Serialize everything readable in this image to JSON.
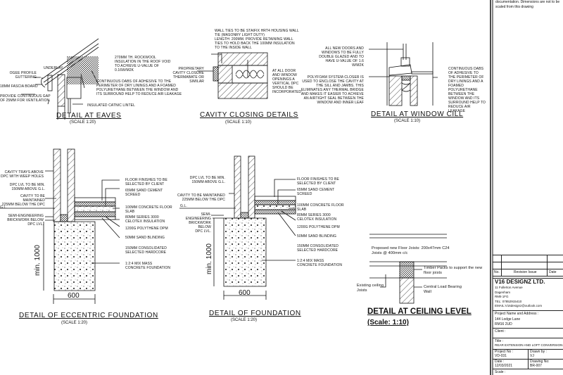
{
  "eaves": {
    "title": "DETAIL AT EAVES",
    "scale": "(SCALE 1:20)",
    "notes": {
      "underlay": "UNDERLAY",
      "guttering": "OGEE PROFILE\nGUTTERING",
      "fascia": "18MM FASCIA BOARD",
      "gap": "PROVIDE CONTINUOUS GAP\nOF 25MM FOR VENTILATION",
      "insulation": "270MM TH. ROCKWOOL\nINSULATION IN THE ROOF VOID\nTO ACHIEVE U-VALUE OF\n0.16W/M2K",
      "adhesive": "CONTINUOUS DABS OF ADHESIVE TO THE\nPERIMETER OF DRY LININGS AND A FOAMED\nPOLYURETHANE BETWEEN THE WINDOW AND\nITS SURROUND HELP TO REDUCE AIR LEAKAGE",
      "lintel": "INSULATED CATNIC LINTEL"
    }
  },
  "cavity": {
    "title": "CAVITY CLOSING DETAILS",
    "scale": "(SCALE 1:10)",
    "notes": {
      "wall_ties": "WALL TIES TO BE STAIFIX HRT4 HOUSING WALL\nTIE (MASONRY LIGHT DUTY)\nLength: 200mm.  PROVIDE RETAINING WALL\nTIES TO HOLD BACK THE 100mm INSULATION\nTO THE INSIDE WALL",
      "closure": "PROPRIETARY\nCAVITY CLOSURE\nTHERMABATE OR\nSIMILAR",
      "dpc": "AT ALL DOOR\nAND WINDOW\nOPENINGS A\nVERTICAL DPC\nSHOULD BE\nINCORPORATED",
      "doors": "ALL NEW DOORS AND\nWINDOWS TO BE FULLY\nDOUBLE GLAZED AND TO\nHAVE U-VALUE OF 1.6\nW/M2K",
      "polyfoam": "POLYFOAM SYSTEM-CLOSER IS\nUSED TO ENCLOSE THE CAVITY AT\nTHE SILL AND JAMBS.  THIS\nELIMINATES ANY THERMAL BRIDGE\nAND MAKES IT EASIER TO ACHIEVE\nAN AIRTIGHT SEAL BETWEEN THE\nWINDOW AND INNER LEAF"
    }
  },
  "cill": {
    "title": "DETAIL AT WINDOW CILL",
    "scale": "(SCALE   1:10)",
    "notes": {
      "adhesive": "CONTINUOUS DABS\nOF ADHESIVE TO\nTHE PERIMETER OF\nDRY LININGS AND A\nFOAMED\nPOLYURETHANE\nBETWEEN THE\nWINDOW AND ITS\nSURROUND HELP TO\nREDUCE AIR\nLEAKAGE"
    }
  },
  "eccentric": {
    "title": "DETAIL OF ECCENTRIC FOUNDATION",
    "scale": "(SCALE 1:20)",
    "dim_width": "600",
    "dim_depth": "min. 1000",
    "notes": {
      "trays": "CAVITY TRAYS ABOVE\nDPC WITH WEEP HOLES",
      "dpc": "DPC LVL TO BE MIN.\n150mm ABOVE G.L.",
      "cavity": "CAVITY TO BE MAINTAINED\n225mm BELOW THE DPC",
      "gl": "G.L.",
      "brick": "SEMI-ENGINEERING\nBRICKWORK BELOW\nDPC LVL.",
      "finish": "FLOOR FINISHES TO BE\nSELECTED BY CLIENT",
      "screed": "65mm SAND CEMENT\nSCREED",
      "slab": "100mm CONCRETE FLOOR\nSLAB",
      "celotex": "80mm SERIES 3000\nCELOTEX INSULATION",
      "dpm": "1200g POLYTHENE DPM",
      "blinding": "50mm SAND BLINDING",
      "hardcore": "150mm CONSOLIDATED\nSELECTED HARDCORE",
      "concrete": "1:2:4 MIX MASS\nCONCRETE FOUNDATION"
    }
  },
  "foundation": {
    "title": "DETAIL OF FOUNDATION",
    "scale": "(SCALE 1:20)",
    "dim_width": "600",
    "dim_depth": "min. 1000",
    "notes": {
      "dpc": "DPC LVL TO BE MIN.\n150mm ABOVE G.L.",
      "cavity": "CAVITY TO BE MAINTAINED\n225mm BELOW THE DPC",
      "gl": "G.L.",
      "brick": "SEMI-ENGINEERING\nBRICKWORK BELOW\nDPC LVL.",
      "finish": "FLOOR FINISHES TO BE\nSELECTED BY CLIENT",
      "screed": "65mm SAND CEMENT\nSCREED",
      "slab": "100mm CONCRETE FLOOR\nSLAB",
      "celotex": "80mm SERIES 3000\nCELOTEX INSULATION",
      "dpm": "1200g POLYTHENE DPM",
      "blinding": "50mm SAND BLINDING",
      "hardcore": "150mm CONSOLIDATED\nSELECTED HARDCORE",
      "concrete": "1:2:4 MIX MASS\nCONCRETE FOUNDATION"
    }
  },
  "ceiling": {
    "title": "DETAIL AT CEILING LEVEL",
    "scale": "(Scale: 1:10)",
    "notes": {
      "joists": "Proposed new Floor Joists: 200x47mm C24\nJoists @ 400mm c/c",
      "packs": "Timber Packs to support the new\nfloor joists",
      "existing": "Existing ceiling\nJoists",
      "wall": "Central Load Bearing\nWall"
    }
  },
  "title_block": {
    "top_note": "documentation. Dimensions are not to be\nscaled from this drawing",
    "rev_no": "No.",
    "rev_issue": "Revision Issue",
    "rev_date": "Date",
    "company": "V16 DESIGNZ LTD.",
    "address": "11 Fullerton Avenue\nDagenham\nRM9 1FG\nTEL: 07852915410\nEMAIL:V16designz@outlook.com",
    "project_label": "Project Name and Address :",
    "project_address": "144 Lodge Lane\nRM16 2UD",
    "client_label": "Client :",
    "title_label": "Title :",
    "title_value": "REAR EXTENSION AND LOFT CONVERSION",
    "project_no_label": "Project No :",
    "project_no": "VD-031",
    "drawn_by_label": "Drawn by :",
    "drawn_by": "VJ",
    "date_label": "Date :",
    "date": "12/03/2021",
    "drawing_no_label": "Drawing No:",
    "drawing_no": "BR-007",
    "scale_label": "Scale :"
  }
}
